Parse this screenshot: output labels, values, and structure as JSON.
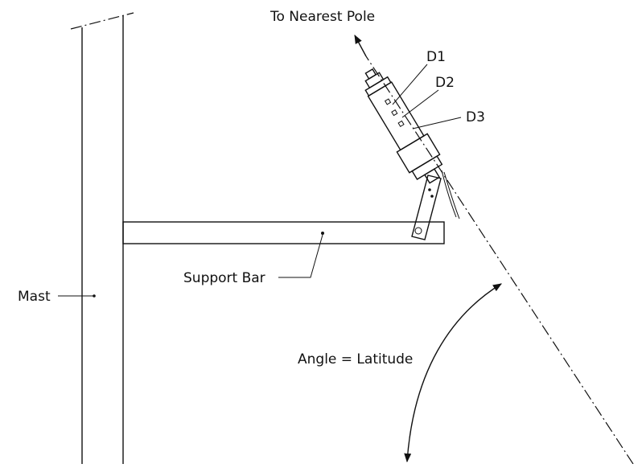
{
  "labels": {
    "to_pole": "To Nearest Pole",
    "d1": "D1",
    "d2": "D2",
    "d3": "D3",
    "support_bar": "Support Bar",
    "mast": "Mast",
    "angle": "Angle = Latitude"
  }
}
